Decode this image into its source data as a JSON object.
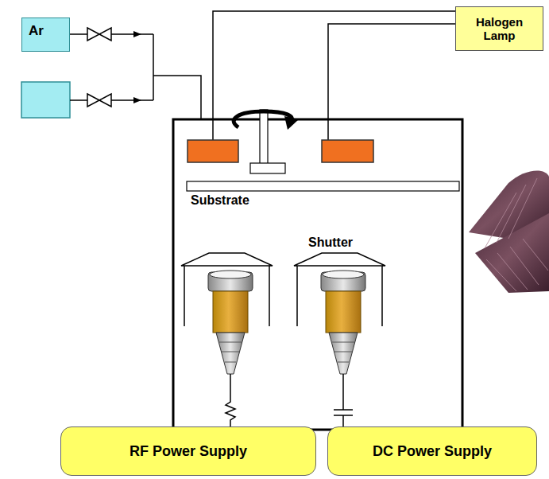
{
  "diagram": {
    "nodes": [
      {
        "text": [
          "Ar"
        ]
      },
      {
        "text": [
          "Halogen Lamp"
        ]
      },
      {
        "text": [
          "RF Power Supply"
        ]
      },
      {
        "text": [
          "DC Power Supply"
        ]
      }
    ],
    "labels": [
      "Substrate",
      "Shutter"
    ]
  }
}
